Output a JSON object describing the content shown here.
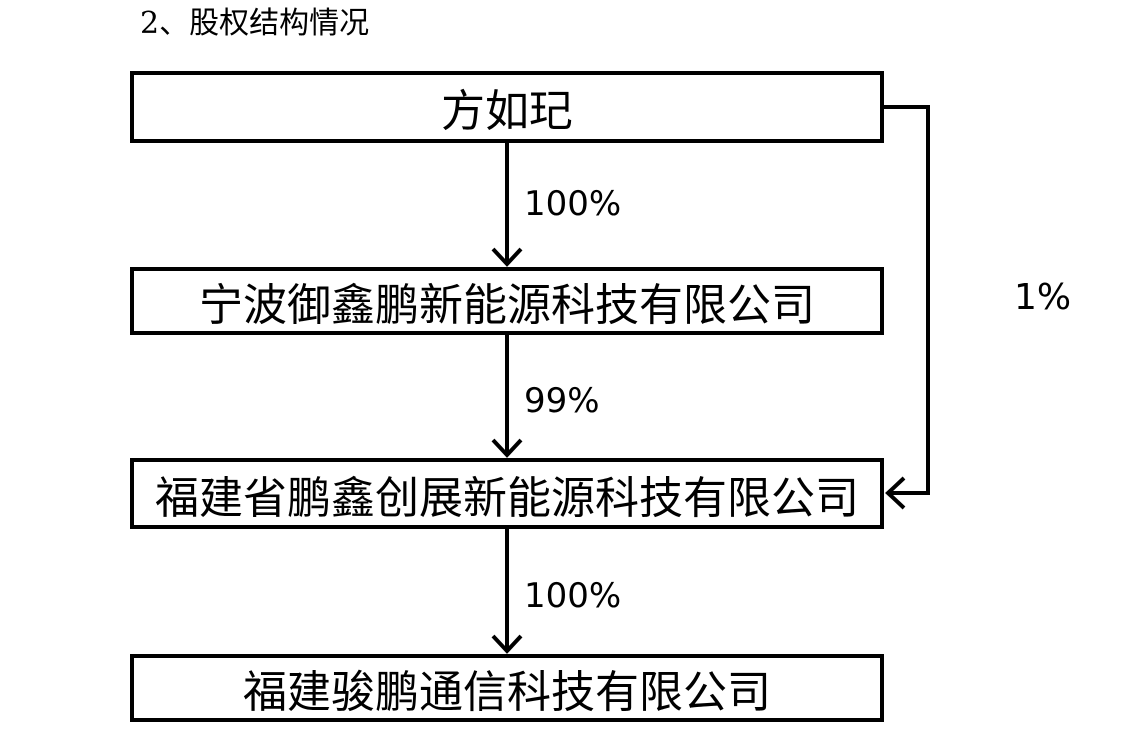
{
  "page": {
    "title": "2、股权结构情况",
    "background_color": "#ffffff",
    "line_color": "#000000",
    "text_color": "#000000"
  },
  "diagram": {
    "type": "org-equity-flowchart",
    "nodes": [
      {
        "id": "person-top",
        "label": "方如玘"
      },
      {
        "id": "company-ningbo",
        "label": "宁波御鑫鹏新能源科技有限公司"
      },
      {
        "id": "company-fujian-pengxin",
        "label": "福建省鹏鑫创展新能源科技有限公司"
      },
      {
        "id": "company-fujian-junpeng",
        "label": "福建骏鹏通信科技有限公司"
      }
    ],
    "edges": [
      {
        "from": "方如玘",
        "to": "宁波御鑫鹏新能源科技有限公司",
        "label": "100%",
        "direction": "down"
      },
      {
        "from": "宁波御鑫鹏新能源科技有限公司",
        "to": "福建省鹏鑫创展新能源科技有限公司",
        "label": "99%",
        "direction": "down"
      },
      {
        "from": "福建省鹏鑫创展新能源科技有限公司",
        "to": "福建骏鹏通信科技有限公司",
        "label": "100%",
        "direction": "down"
      },
      {
        "from": "方如玘",
        "to": "福建省鹏鑫创展新能源科技有限公司",
        "label": "1%",
        "direction": "right-side-down-left"
      }
    ]
  }
}
